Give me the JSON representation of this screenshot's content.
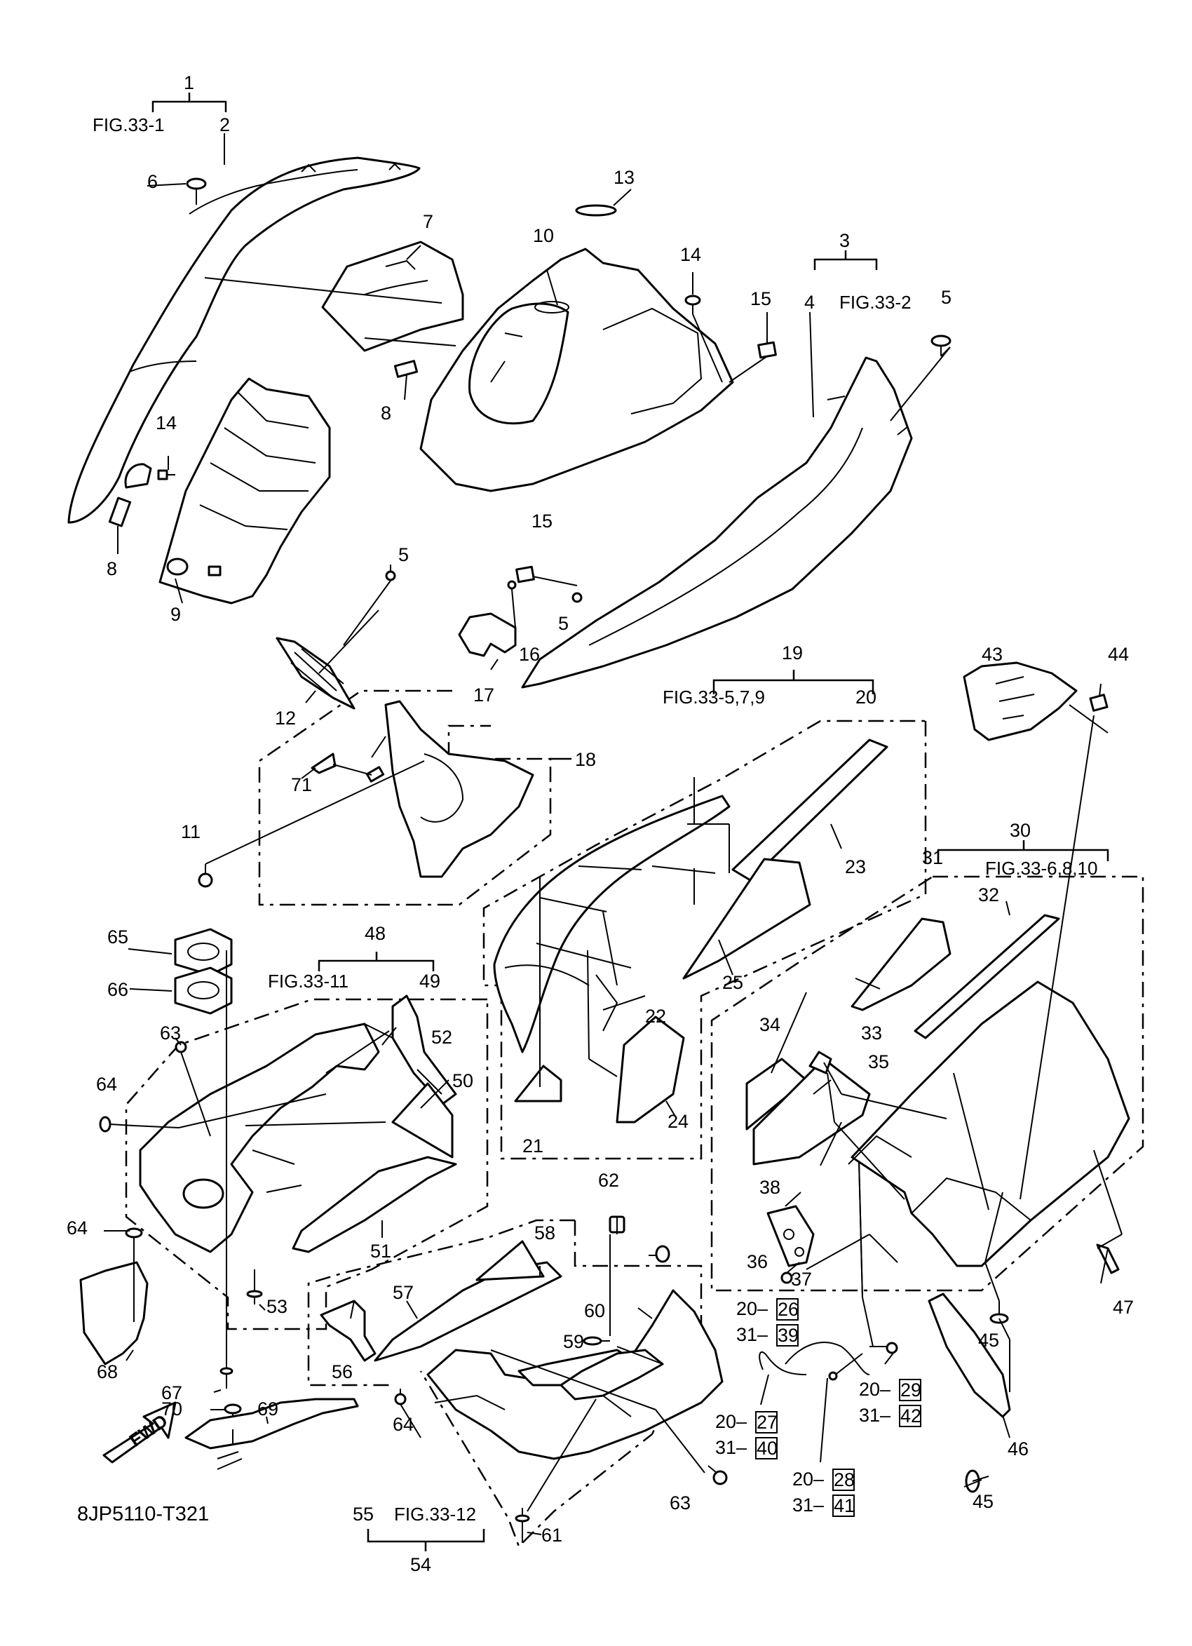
{
  "diagram_code": "8JP5110-T321",
  "fwd_label": "FWD",
  "labels": {
    "l1": "1",
    "l2": "2",
    "l3": "3",
    "l4": "4",
    "l5a": "5",
    "l5b": "5",
    "l5c": "5",
    "l6": "6",
    "l7": "7",
    "l8a": "8",
    "l8b": "8",
    "l9": "9",
    "l10": "10",
    "l11": "11",
    "l12": "12",
    "l13": "13",
    "l14a": "14",
    "l14b": "14",
    "l15a": "15",
    "l15b": "15",
    "l16": "16",
    "l17": "17",
    "l18": "18",
    "l19": "19",
    "l20": "20",
    "l21": "21",
    "l22": "22",
    "l23": "23",
    "l24": "24",
    "l25": "25",
    "l30": "30",
    "l31": "31",
    "l32": "32",
    "l33": "33",
    "l34": "34",
    "l35": "35",
    "l36": "36",
    "l37": "37",
    "l38": "38",
    "l43": "43",
    "l44": "44",
    "l45a": "45",
    "l45b": "45",
    "l46": "46",
    "l47": "47",
    "l48": "48",
    "l49": "49",
    "l50": "50",
    "l51": "51",
    "l52": "52",
    "l53": "53",
    "l54": "54",
    "l55": "55",
    "l56": "56",
    "l57": "57",
    "l58": "58",
    "l59": "59",
    "l60": "60",
    "l61": "61",
    "l62": "62",
    "l63a": "63",
    "l63b": "63",
    "l64a": "64",
    "l64b": "64",
    "l64c": "64",
    "l65": "65",
    "l66": "66",
    "l67": "67",
    "l68": "68",
    "l69": "69",
    "l70": "70",
    "l71": "71"
  },
  "figure_refs": {
    "f1": "FIG.33-1",
    "f3": "FIG.33-2",
    "f19": "FIG.33-5,7,9",
    "f30": "FIG.33-6,8,10",
    "f48": "FIG.33-11",
    "f54": "FIG.33-12"
  },
  "sub_refs": [
    {
      "parent": "20",
      "child": "26"
    },
    {
      "parent": "31",
      "child": "39"
    },
    {
      "parent": "20",
      "child": "29"
    },
    {
      "parent": "31",
      "child": "42"
    },
    {
      "parent": "20",
      "child": "27"
    },
    {
      "parent": "31",
      "child": "40"
    },
    {
      "parent": "20",
      "child": "28"
    },
    {
      "parent": "31",
      "child": "41"
    }
  ]
}
